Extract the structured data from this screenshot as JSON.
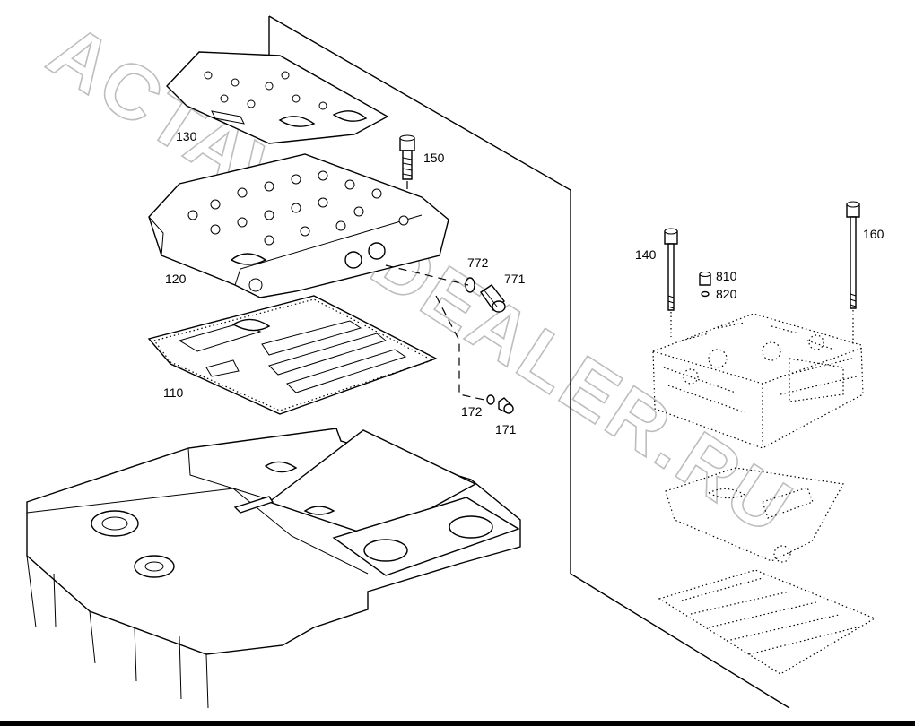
{
  "watermark": "ACTAVTODEALER.RU",
  "callouts": {
    "c110": "110",
    "c120": "120",
    "c130": "130",
    "c140": "140",
    "c150": "150",
    "c160": "160",
    "c171": "171",
    "c172": "172",
    "c771": "771",
    "c772": "772",
    "c810": "810",
    "c820": "820"
  }
}
